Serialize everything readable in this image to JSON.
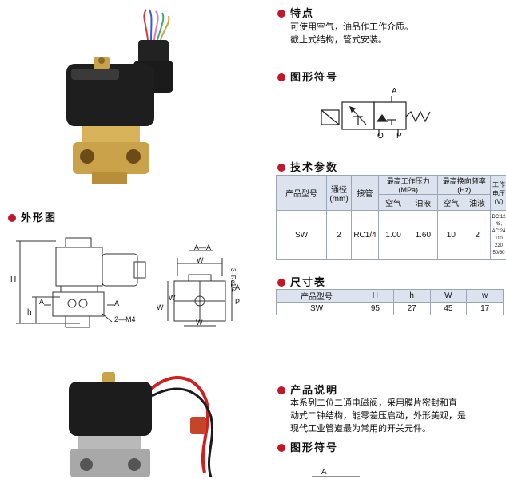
{
  "features": {
    "title": "特点",
    "lines": [
      "可使用空气，油品作工作介质。",
      "截止式结构，管式安装。"
    ]
  },
  "symbol": {
    "title": "图形符号",
    "labels": {
      "a": "A",
      "o": "O",
      "p": "P"
    }
  },
  "outline": {
    "title": "外形图",
    "labels": {
      "h_upper": "H",
      "h_lower": "h",
      "a_left": "A",
      "a_right": "A",
      "m4": "2—M4",
      "section": "A—A",
      "w1": "W",
      "w2": "W",
      "w3": "W",
      "w_small": "W",
      "rc": "3–Rc1/4",
      "a_port": "A",
      "p_port": "P"
    }
  },
  "tech": {
    "title": "技术参数",
    "headers": {
      "model": "产品型号",
      "bore": "通径(mm)",
      "port": "接管",
      "pressure": "最高工作压力(MPa)",
      "freq": "最高换向频率(Hz)",
      "volt": "工作电压(V)",
      "air1": "空气",
      "oil1": "油液",
      "air2": "空气",
      "oil2": "油液"
    },
    "row": {
      "model": "SW",
      "bore": "2",
      "port": "RC1/4",
      "p_air": "1.00",
      "p_oil": "1.60",
      "f_air": "10",
      "f_oil": "2",
      "volt": [
        "DC:12",
        "48,",
        "AC:24",
        "110",
        "220",
        "50/60"
      ]
    }
  },
  "dims": {
    "title": "尺寸表",
    "headers": [
      "产品型号",
      "H",
      "h",
      "W",
      "w"
    ],
    "row": [
      "SW",
      "95",
      "27",
      "45",
      "17"
    ]
  },
  "desc": {
    "title": "产品说明",
    "lines": [
      "本系列二位二通电磁阀，采用膜片密封和直",
      "动式二钟结构，能零差压启动，外形美观，是",
      "现代工业管道最为常用的开关元件。"
    ]
  },
  "symbol2": {
    "title": "图形符号",
    "label_a": "A"
  },
  "colors": {
    "bullet": "#c0182a",
    "table_header": "#dde3ee",
    "table_border": "#9aa5b5",
    "brass": "#c9a24a",
    "coil": "#1e1e1e"
  }
}
